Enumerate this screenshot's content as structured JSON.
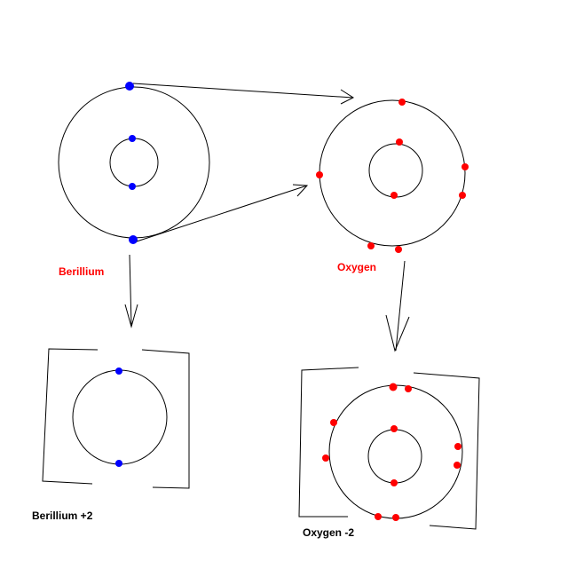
{
  "labels": {
    "beryllium": "Berillium",
    "oxygen": "Oxygen",
    "beryllium_ion": "Berillium +2",
    "oxygen_ion": "Oxygen -2"
  },
  "colors": {
    "beryllium_electron": "#0000ff",
    "oxygen_electron": "#ff0000",
    "beryllium_label": "#ff0000",
    "oxygen_label": "#ff0000",
    "ion_label": "#000000",
    "lines": "#000000"
  },
  "atoms": {
    "beryllium": {
      "inner_electrons": 2,
      "outer_electrons": 2
    },
    "oxygen": {
      "inner_electrons": 2,
      "outer_electrons": 6
    },
    "beryllium_ion": {
      "inner_electrons": 2,
      "outer_electrons": 0
    },
    "oxygen_ion": {
      "inner_electrons": 2,
      "outer_electrons": 8
    }
  }
}
